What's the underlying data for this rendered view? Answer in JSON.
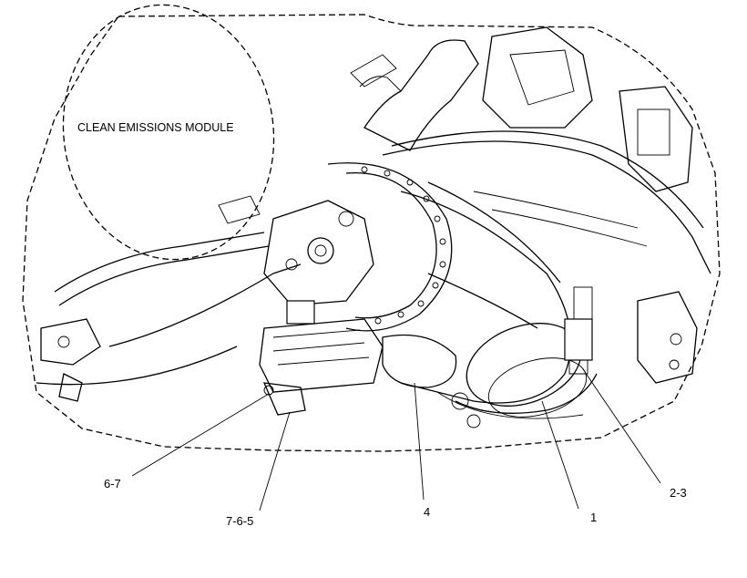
{
  "diagram": {
    "title": "CLEAN EMISSIONS MODULE",
    "callouts": [
      {
        "id": "callout-6-7",
        "text": "6-7"
      },
      {
        "id": "callout-7-6-5",
        "text": "7-6-5"
      },
      {
        "id": "callout-4",
        "text": "4"
      },
      {
        "id": "callout-1",
        "text": "1"
      },
      {
        "id": "callout-2-3",
        "text": "2-3"
      }
    ]
  }
}
